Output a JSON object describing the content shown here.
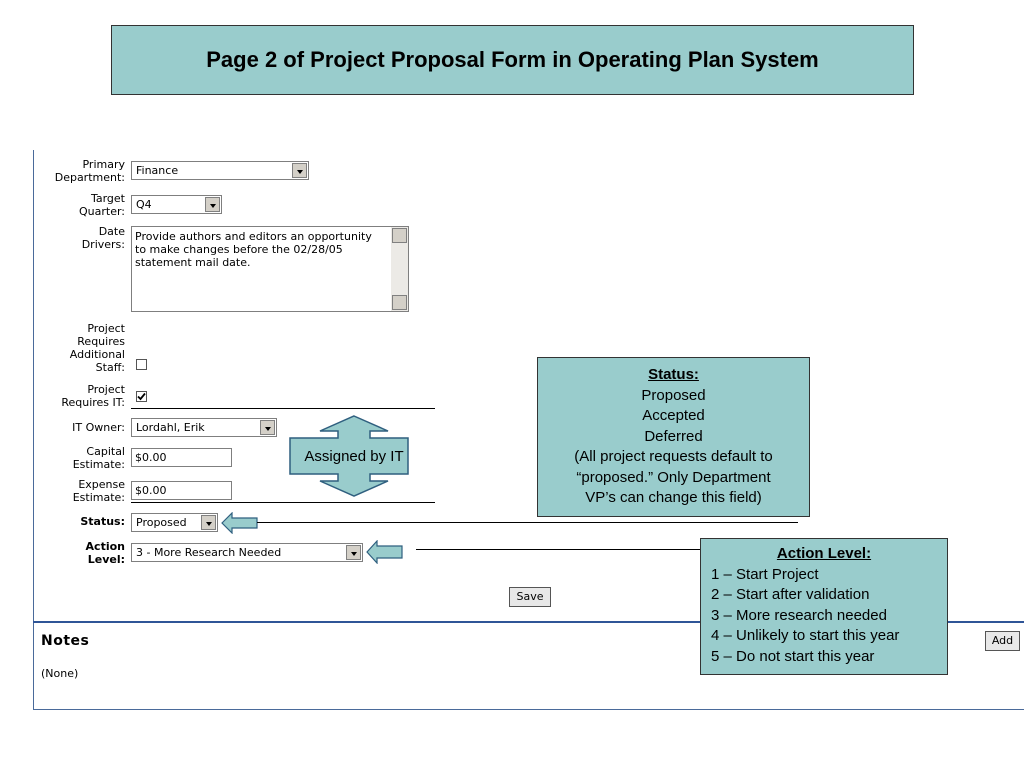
{
  "slide": {
    "title": "Page 2 of Project Proposal Form in Operating Plan System"
  },
  "form": {
    "primary_department": {
      "label_line1": "Primary",
      "label_line2": "Department:",
      "value": "Finance"
    },
    "target_quarter": {
      "label_line1": "Target",
      "label_line2": "Quarter:",
      "value": "Q4"
    },
    "date_drivers": {
      "label_line1": "Date",
      "label_line2": "Drivers:",
      "value": "Provide authors and editors an opportunity to make changes before the 02/28/05 statement mail date."
    },
    "additional_staff": {
      "label_lines": [
        "Project",
        "Requires",
        "Additional",
        "Staff:"
      ],
      "checked": false
    },
    "requires_it": {
      "label_line1": "Project",
      "label_line2": "Requires IT:",
      "checked": true
    },
    "it_owner": {
      "label": "IT Owner:",
      "value": "Lordahl, Erik"
    },
    "capital_estimate": {
      "label_line1": "Capital",
      "label_line2": "Estimate:",
      "value": "$0.00"
    },
    "expense_estimate": {
      "label_line1": "Expense",
      "label_line2": "Estimate:",
      "value": "$0.00"
    },
    "status": {
      "label": "Status:",
      "value": "Proposed"
    },
    "action_level": {
      "label_line1": "Action",
      "label_line2": "Level:",
      "value": "3 - More Research Needed"
    },
    "save_label": "Save"
  },
  "notes": {
    "heading": "Notes",
    "value": "(None)",
    "add_label": "Add"
  },
  "annotations": {
    "assigned_by_it": "Assigned by IT",
    "status_note": {
      "heading": "Status:",
      "lines": [
        "Proposed",
        "Accepted",
        "Deferred",
        "(All project requests default to",
        "“proposed.”  Only Department",
        "VP’s can change this field)"
      ]
    },
    "action_note": {
      "heading": "Action Level:",
      "lines": [
        "1 – Start Project",
        "2 – Start after validation",
        "3 – More research needed",
        "4 – Unlikely to start this year",
        "5 – Do not start this year"
      ]
    }
  },
  "colors": {
    "callout_fill": "#99cccc",
    "rule_blue": "#2f5597"
  }
}
